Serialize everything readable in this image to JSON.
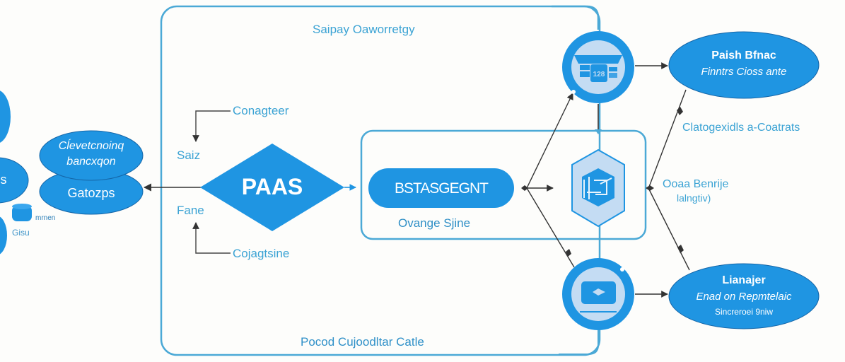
{
  "diagram": {
    "title": "Saipay Oaworretgy",
    "footer": "Pocod Cujoodltar Catle",
    "colors": {
      "primary": "#1f95e2",
      "light": "#c4dcf3",
      "frame": "#4ba9d6",
      "text_accent": "#3ba3d4",
      "connector": "#333333",
      "background": "#fdfdfb"
    },
    "left_cluster": {
      "top_ellipse": [
        "Cĺevetcnoinq",
        "bancxqon"
      ],
      "bottom_ellipse": "Gatozps",
      "small_label_1": "mrnen",
      "small_label_2": "Gisu",
      "partial_label": "s"
    },
    "center": {
      "diamond": "PAAS",
      "top_branch": "Conagteer",
      "upper_side": "Saiz",
      "lower_side": "Fane",
      "bottom_branch": "Cojagtsine"
    },
    "inner_box": {
      "pill": "BSTASGEGNT",
      "caption": "Ovange Sjine",
      "hexagon_icon": "cube-icon"
    },
    "right_nodes": {
      "top_circle_icon": "storefront-icon",
      "bottom_circle_icon": "laptop-icon",
      "top_ellipse": [
        "Paish Bfnac",
        "Finntrs Cioss ante"
      ],
      "mid_label": "Clatogexidls a-Coatrats",
      "side_label": [
        "Ooaa Benrije",
        "lalngtiv)"
      ],
      "bottom_ellipse": [
        "Lianajer",
        "Enad on Repmtelaic",
        "Sincreroei 9niw"
      ]
    }
  }
}
